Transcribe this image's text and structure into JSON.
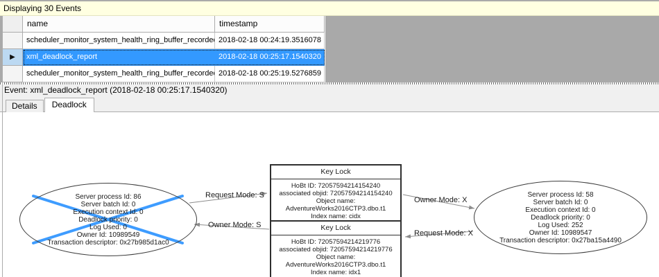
{
  "header": {
    "displaying": "Displaying 30 Events"
  },
  "table": {
    "columns": [
      "name",
      "timestamp"
    ],
    "rows": [
      {
        "name": "scheduler_monitor_system_health_ring_buffer_recorded",
        "timestamp": "2018-02-18 00:24:19.3516078",
        "selected": false
      },
      {
        "name": "xml_deadlock_report",
        "timestamp": "2018-02-18 00:25:17.1540320",
        "selected": true
      },
      {
        "name": "scheduler_monitor_system_health_ring_buffer_recorded",
        "timestamp": "2018-02-18 00:25:19.5276859",
        "selected": false
      }
    ]
  },
  "icons": {
    "current_row": "▶"
  },
  "event_bar": {
    "label": "Event: xml_deadlock_report (2018-02-18 00:25:17.1540320)"
  },
  "tabs": [
    {
      "label": "Details",
      "active": false
    },
    {
      "label": "Deadlock",
      "active": true
    }
  ],
  "deadlock_graph": {
    "processes": [
      {
        "victim": true,
        "lines": [
          "Server process Id: 86",
          "Server batch Id: 0",
          "Execution context Id: 0",
          "Deadlock priority: 0",
          "Log Used: 0",
          "Owner Id: 10989549",
          "Transaction descriptor: 0x27b985d1ac0"
        ]
      },
      {
        "victim": false,
        "lines": [
          "Server process Id: 58",
          "Server batch Id: 0",
          "Execution context Id: 0",
          "Deadlock priority: 0",
          "Log Used: 252",
          "Owner Id: 10989547",
          "Transaction descriptor: 0x27ba15a4490"
        ]
      }
    ],
    "resources": [
      {
        "title": "Key Lock",
        "lines": [
          "HoBt ID: 72057594214154240",
          "associated objid: 72057594214154240",
          "Object name: AdventureWorks2016CTP3.dbo.t1",
          "Index name: cidx"
        ]
      },
      {
        "title": "Key Lock",
        "lines": [
          "HoBt ID: 72057594214219776",
          "associated objid: 72057594214219776",
          "Object name: AdventureWorks2016CTP3.dbo.t1",
          "Index name: idx1"
        ]
      }
    ],
    "edges": [
      {
        "label": "Request Mode: S"
      },
      {
        "label": "Owner Mode: S"
      },
      {
        "label": "Owner Mode: X"
      },
      {
        "label": "Request Mode: X"
      }
    ]
  },
  "colors": {
    "selection_blue": "#3399FF",
    "victim_cross_blue": "#3E9CFF",
    "info_bar_yellow": "#FFFFE1",
    "panel_gray": "#A9A9A9",
    "arrow_gray": "#8C8C8C"
  }
}
